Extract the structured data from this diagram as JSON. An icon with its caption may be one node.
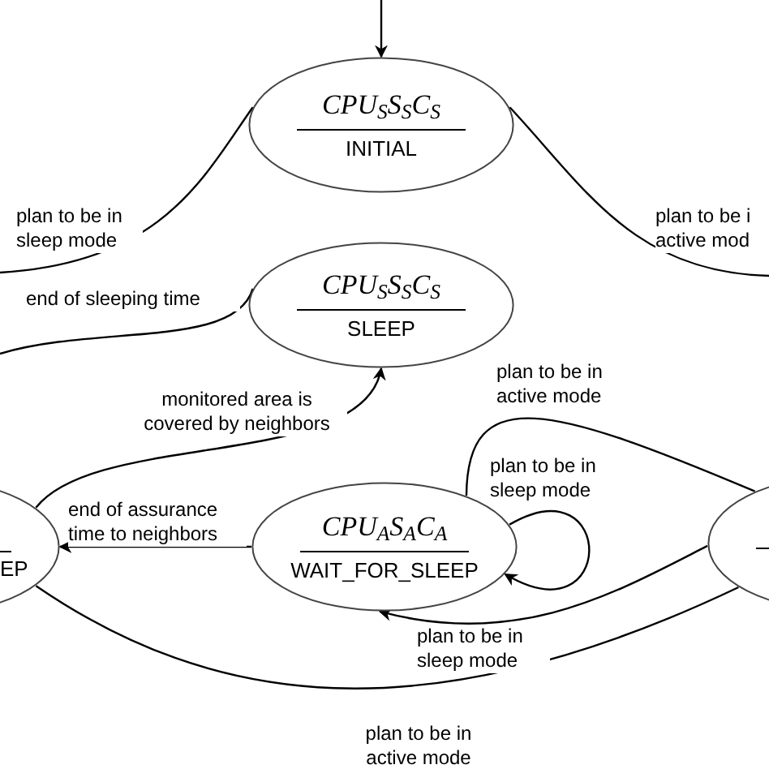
{
  "diagram": {
    "nodes": [
      {
        "text": [
          "CPU$_{S}$S$_{S}$C$_{S}$",
          "INITIAL"
        ]
      },
      {
        "text": [
          "CPU$_{S}$S$_{S}$C$_{S}$",
          "SLEEP"
        ]
      },
      {
        "text": [
          "EP"
        ]
      },
      {
        "text": [
          "CPU$_{A}$S$_{A}$C$_{A}$",
          "WAIT_FOR_SLEEP"
        ]
      },
      {
        "text": [],
        "shape": "ellipse"
      }
    ],
    "edges": [
      {
        "from": null,
        "to": 0,
        "arrow": "to"
      },
      {
        "from": 0,
        "to": null,
        "arrow": "none",
        "label": "plan to be in sleep mode"
      },
      {
        "from": 1,
        "to": null,
        "arrow": "none",
        "label": "end of sleeping time"
      },
      {
        "from": 0,
        "to": null,
        "arrow": "none",
        "label": "plan to be i active mod"
      },
      {
        "from": 2,
        "to": 1,
        "arrow": "to",
        "label": "monitored area is covered by neighbors"
      },
      {
        "from": 3,
        "to": 2,
        "arrow": "to",
        "label": "end of assurance time to neighbors"
      },
      {
        "from": 3,
        "to": 3,
        "arrow": "to",
        "label": "plan to be in sleep mode"
      },
      {
        "from": 3,
        "to": 4,
        "arrow": "none",
        "label": "plan to be in active mode"
      },
      {
        "from": 4,
        "to": 3,
        "arrow": "to",
        "label": "plan to be in sleep mode"
      },
      {
        "from": 2,
        "to": 4,
        "arrow": "none",
        "label": "plan to be in active mode"
      }
    ]
  }
}
